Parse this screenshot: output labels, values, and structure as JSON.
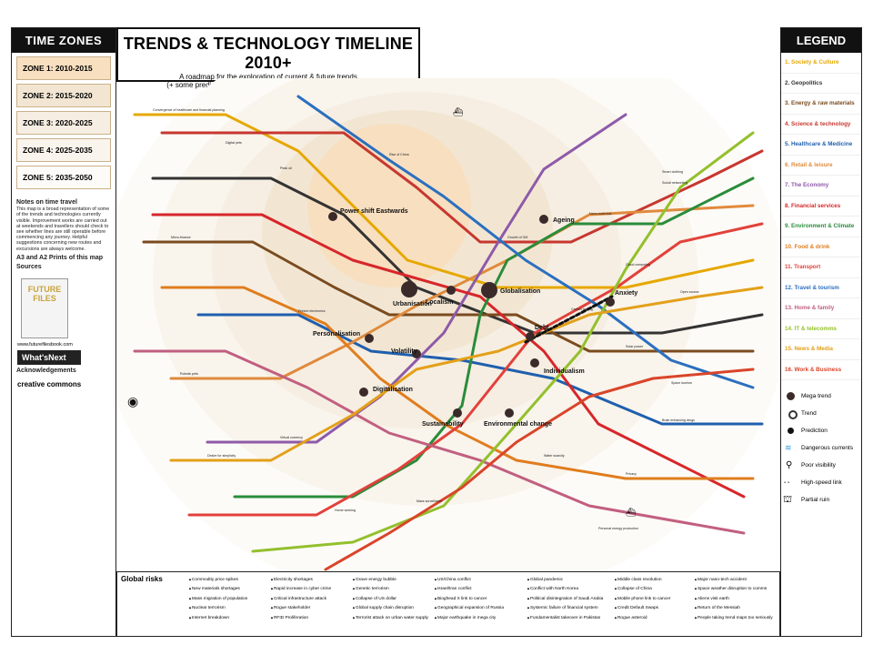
{
  "header": {
    "title": "TRENDS & TECHNOLOGY TIMELINE 2010+",
    "subtitle_1": "A roadmap for the exploration of current & future trends",
    "subtitle_2": "(+ some predictions to stir things up. More at nowandnext.com)"
  },
  "time_zones": {
    "title": "TIME ZONES",
    "zones": [
      "ZONE 1: 2010-2015",
      "ZONE 2: 2015-2020",
      "ZONE 3: 2020-2025",
      "ZONE 4: 2025-2035",
      "ZONE 5: 2035-2050"
    ],
    "zone_colors": [
      "#f7dfc0",
      "#f2e6d3",
      "#f6eee2",
      "#f9f4ec",
      "#fdfbf7"
    ]
  },
  "notes": {
    "travel_title": "Notes on time travel",
    "travel_text": "This map is a broad representation of some of the trends and technologies currently visible. Improvement works are carried out at weekends and travellers should check to see whether lines are still operable before commencing any journey. Helpful suggestions concerning new routes and excursions are always welcome.",
    "a3_title": "A3 and A2 Prints of this map",
    "sources_title": "Sources",
    "book_title": "FUTURE FILES",
    "website": "www.futurefilesbook.com",
    "logo": "What'sNext",
    "ack_title": "Acknowledgements",
    "cc": "creative commons"
  },
  "legend": {
    "title": "LEGEND",
    "lines": [
      {
        "label": "1. Society & Culture",
        "color": "#e6a800"
      },
      {
        "label": "2. Geopolitics",
        "color": "#333333"
      },
      {
        "label": "3. Energy & raw materials",
        "color": "#7a4b1f"
      },
      {
        "label": "4. Science & technology",
        "color": "#c7372f"
      },
      {
        "label": "5. Healthcare & Medicine",
        "color": "#1f5fae"
      },
      {
        "label": "6. Retail & leisure",
        "color": "#e08a3c"
      },
      {
        "label": "7. The Economy",
        "color": "#8e5aa8"
      },
      {
        "label": "8. Financial services",
        "color": "#d7262a"
      },
      {
        "label": "9. Environment & Climate",
        "color": "#2a8c3b"
      },
      {
        "label": "10. Food & drink",
        "color": "#e07d1e"
      },
      {
        "label": "11. Transport",
        "color": "#e2413b"
      },
      {
        "label": "12. Travel & tourism",
        "color": "#2b6fbf"
      },
      {
        "label": "13. Home & family",
        "color": "#c15f80"
      },
      {
        "label": "14. IT & telecomms",
        "color": "#93c02d"
      },
      {
        "label": "15. News & Media",
        "color": "#e3a019"
      },
      {
        "label": "16. Work & Business",
        "color": "#d9452a"
      }
    ],
    "symbols": [
      "Mega trend",
      "Trend",
      "Prediction",
      "Dangerous currents",
      "Poor visibility",
      "High-speed link",
      "Partial ruin"
    ]
  },
  "hubs": [
    "Power shift Eastwards",
    "Urbanisation",
    "Localism",
    "Globalisation",
    "Ageing",
    "Anxiety",
    "Debt",
    "Personalisation",
    "Volatility",
    "Digitalisation",
    "Individualism",
    "Sustainability",
    "Environmental change"
  ],
  "stations": [
    "Convergence of healthcare and financial planning",
    "Digital pets",
    "Peak oil",
    "Growth of GM",
    "Nano-materials",
    "Smart clothing",
    "Micro-finance",
    "Solar power",
    "Space tourism",
    "Carbon trading",
    "Printed electronics",
    "Water scarcity",
    "Brain enhancing drugs",
    "Virtual currency",
    "Robotic pets",
    "Cloud computing",
    "Open source",
    "Rise of China",
    "Home working",
    "Mass surveillance",
    "Social networking",
    "Privacy",
    "Desire for simplicity",
    "Personal energy production"
  ],
  "risks": {
    "title": "Global risks",
    "columns": [
      [
        "Commodity price spikes",
        "New materials shortages",
        "Mass migration of population",
        "Nuclear terrorism",
        "Internet breakdown"
      ],
      [
        "Electricity shortages",
        "Rapid increase in cyber crime",
        "Critical infrastructure attack",
        "Rogue stakeholder",
        "RFID Proliferation"
      ],
      [
        "Grave energy bubble",
        "Genetic terrorism",
        "Collapse of US dollar",
        "Global supply chain disruption",
        "Terrorist attack on urban water supply"
      ],
      [
        "US/China conflict",
        "Israel/Iran conflict",
        "Bioghead X link to cancer",
        "Geographical expansion of Russia",
        "Major earthquake in mega city"
      ],
      [
        "Global pandemic",
        "Conflict with North Korea",
        "Political disintegration of Saudi Arabia",
        "Systemic failure of financial system",
        "Fundamentalist takeover in Pakistan"
      ],
      [
        "Middle class revolution",
        "Collapse of China",
        "Mobile phone link to cancer",
        "Credit Default Swaps",
        "Rogue asteroid"
      ],
      [
        "Major nano-tech accident",
        "Space weather disruption to comms",
        "Aliens visit earth",
        "Return of the Messiah",
        "People taking trend maps too seriously"
      ]
    ]
  }
}
